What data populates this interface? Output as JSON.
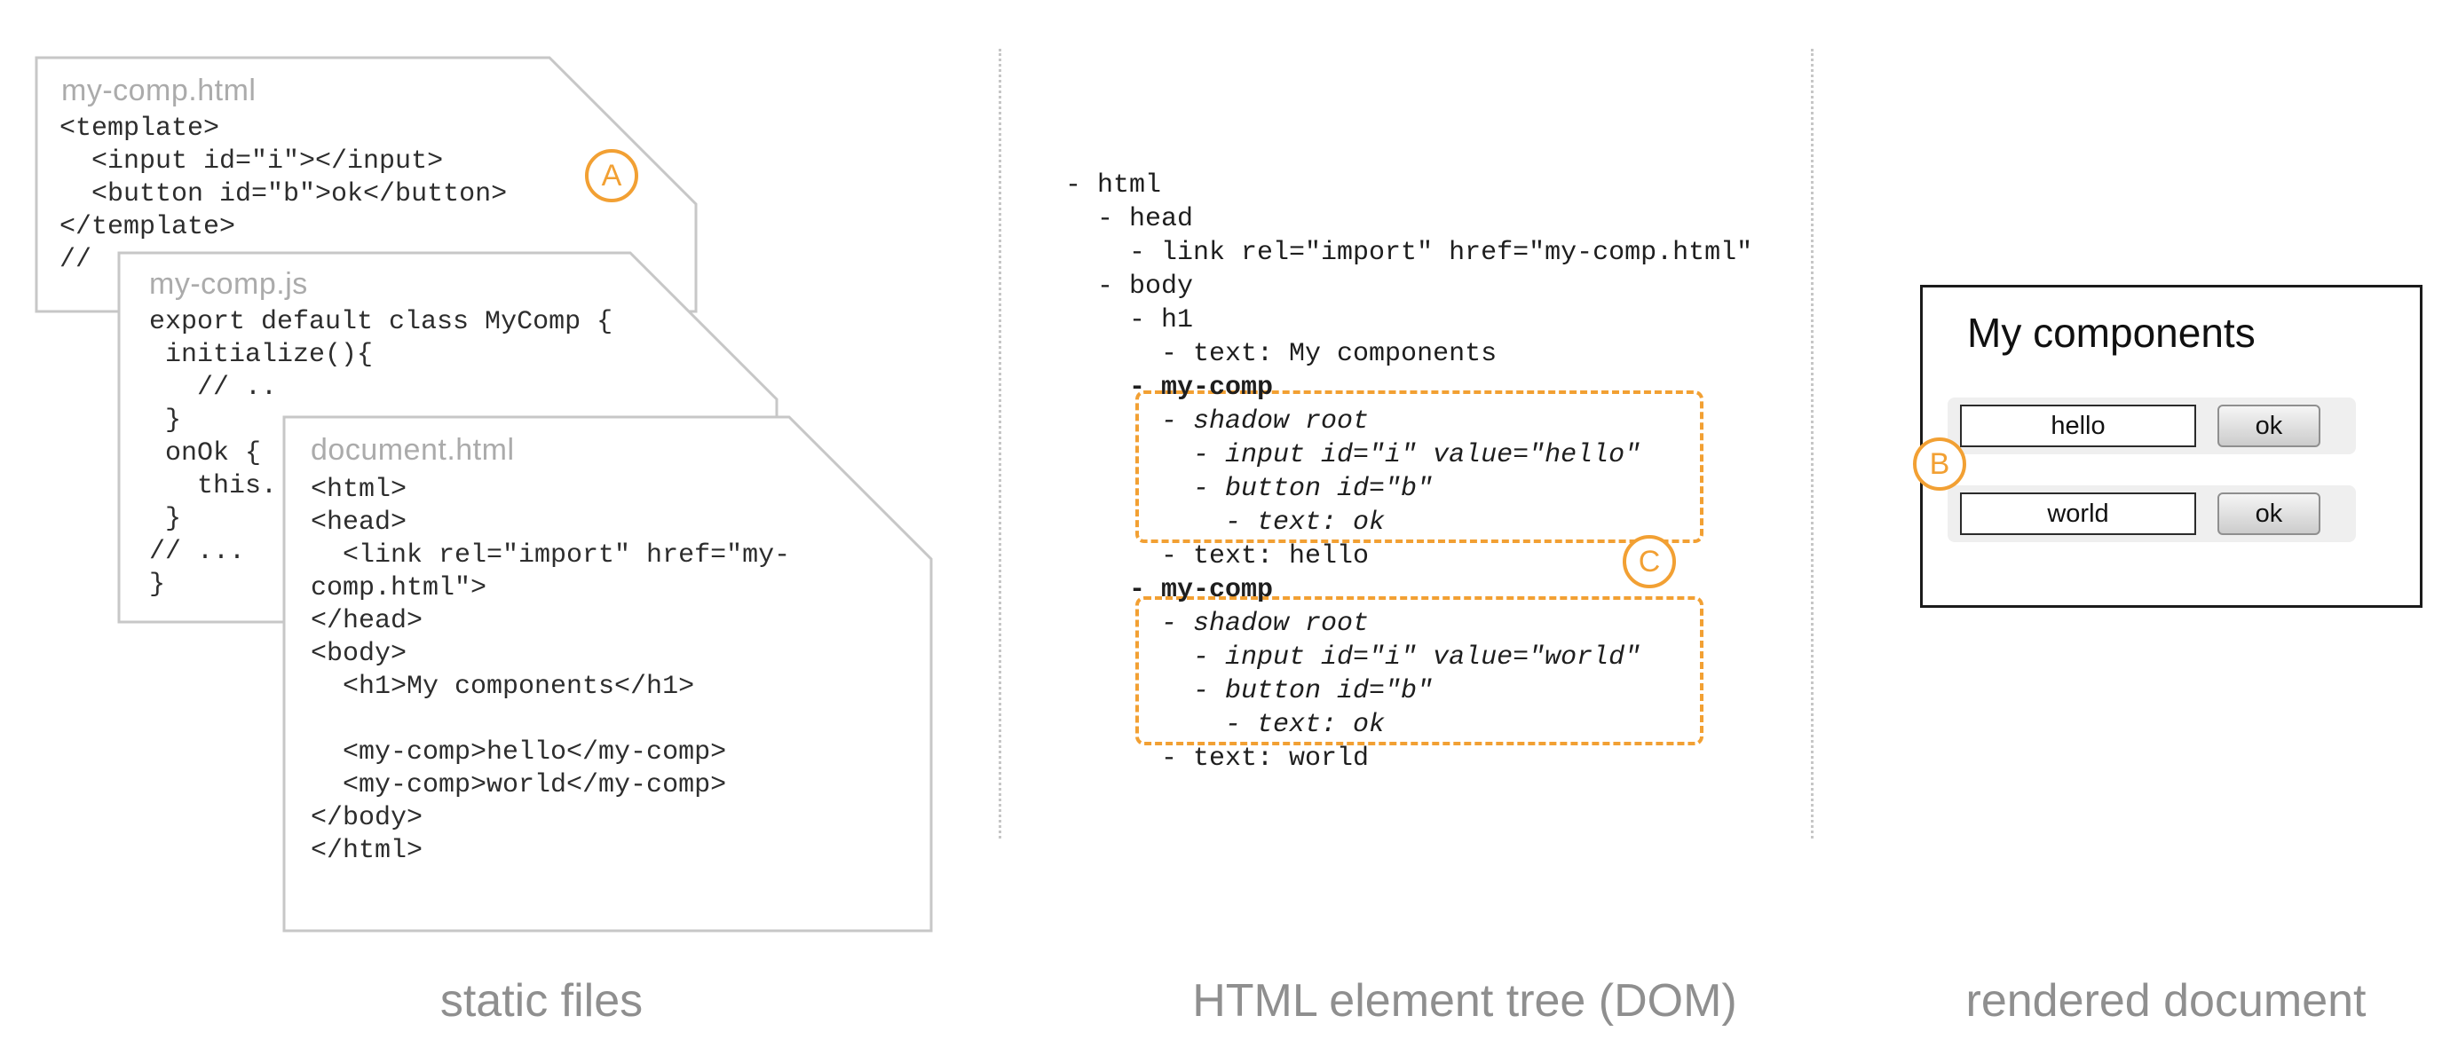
{
  "colors": {
    "accent_orange": "#f2a033",
    "card_border_gray": "#c7c7c7",
    "caption_gray": "#8f8f8f"
  },
  "badges": {
    "a": "A",
    "b": "B",
    "c": "C"
  },
  "captions": {
    "left": "static files",
    "middle": "HTML element tree (DOM)",
    "right": "rendered document"
  },
  "files": [
    {
      "title": "my-comp.html",
      "lines": [
        "<template>",
        "  <input id=\"i\"></input>",
        "  <button id=\"b\">ok</button>",
        "</template>",
        "//"
      ]
    },
    {
      "title": "my-comp.js",
      "lines": [
        "export default class MyComp {",
        " initialize(){",
        "   // ..",
        " }",
        " onOk {",
        "   this.",
        " }",
        "// ...",
        "}"
      ]
    },
    {
      "title": "document.html",
      "lines": [
        "<html>",
        "<head>",
        "  <link rel=\"import\" href=\"my-",
        "comp.html\">",
        "</head>",
        "<body>",
        "  <h1>My components</h1>",
        "",
        "  <my-comp>hello</my-comp>",
        "  <my-comp>world</my-comp>",
        "</body>",
        "</html>"
      ]
    }
  ],
  "tree": {
    "lines": [
      {
        "text": "- html",
        "style": "plain"
      },
      {
        "text": "  - head",
        "style": "plain"
      },
      {
        "text": "    - link rel=\"import\" href=\"my-comp.html\"",
        "style": "plain"
      },
      {
        "text": "  - body",
        "style": "plain"
      },
      {
        "text": "    - h1",
        "style": "plain"
      },
      {
        "text": "      - text: My components",
        "style": "plain"
      },
      {
        "text": "    - my-comp",
        "style": "bold"
      },
      {
        "text": "      - shadow root",
        "style": "italic"
      },
      {
        "text": "        - input id=\"i\" value=\"hello\"",
        "style": "italic"
      },
      {
        "text": "        - button id=\"b\"",
        "style": "italic"
      },
      {
        "text": "          - text: ok",
        "style": "italic"
      },
      {
        "text": "      - text: hello",
        "style": "plain"
      },
      {
        "text": "    - my-comp",
        "style": "bold"
      },
      {
        "text": "      - shadow root",
        "style": "italic"
      },
      {
        "text": "        - input id=\"i\" value=\"world\"",
        "style": "italic"
      },
      {
        "text": "        - button id=\"b\"",
        "style": "italic"
      },
      {
        "text": "          - text: ok",
        "style": "italic"
      },
      {
        "text": "      - text: world",
        "style": "plain"
      }
    ]
  },
  "rendered": {
    "heading": "My components",
    "rows": [
      {
        "input_value": "hello",
        "button_label": "ok"
      },
      {
        "input_value": "world",
        "button_label": "ok"
      }
    ]
  }
}
